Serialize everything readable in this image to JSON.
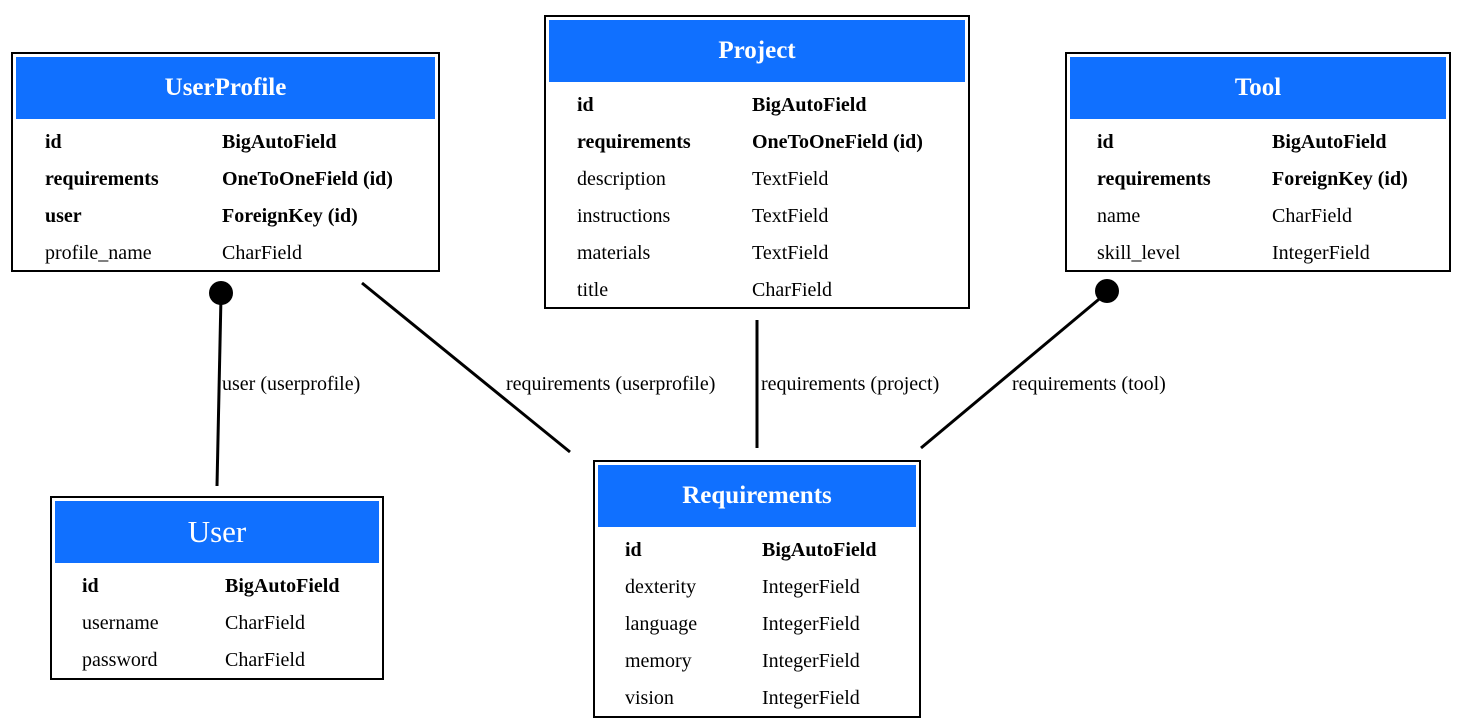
{
  "colors": {
    "header_bg": "#1070ff",
    "header_text": "#ffffff",
    "border": "#000000"
  },
  "entities": {
    "userprofile": {
      "title": "UserProfile",
      "fields": [
        {
          "name": "id",
          "type": "BigAutoField",
          "key": true
        },
        {
          "name": "requirements",
          "type": "OneToOneField (id)",
          "key": true
        },
        {
          "name": "user",
          "type": "ForeignKey (id)",
          "key": true
        },
        {
          "name": "profile_name",
          "type": "CharField",
          "key": false
        }
      ]
    },
    "project": {
      "title": "Project",
      "fields": [
        {
          "name": "id",
          "type": "BigAutoField",
          "key": true
        },
        {
          "name": "requirements",
          "type": "OneToOneField (id)",
          "key": true
        },
        {
          "name": "description",
          "type": "TextField",
          "key": false
        },
        {
          "name": "instructions",
          "type": "TextField",
          "key": false
        },
        {
          "name": "materials",
          "type": "TextField",
          "key": false
        },
        {
          "name": "title",
          "type": "CharField",
          "key": false
        }
      ]
    },
    "tool": {
      "title": "Tool",
      "fields": [
        {
          "name": "id",
          "type": "BigAutoField",
          "key": true
        },
        {
          "name": "requirements",
          "type": "ForeignKey (id)",
          "key": true
        },
        {
          "name": "name",
          "type": "CharField",
          "key": false
        },
        {
          "name": "skill_level",
          "type": "IntegerField",
          "key": false
        }
      ]
    },
    "user": {
      "title": "User",
      "fields": [
        {
          "name": "id",
          "type": "BigAutoField",
          "key": true
        },
        {
          "name": "username",
          "type": "CharField",
          "key": false
        },
        {
          "name": "password",
          "type": "CharField",
          "key": false
        }
      ]
    },
    "requirements": {
      "title": "Requirements",
      "fields": [
        {
          "name": "id",
          "type": "BigAutoField",
          "key": true
        },
        {
          "name": "dexterity",
          "type": "IntegerField",
          "key": false
        },
        {
          "name": "language",
          "type": "IntegerField",
          "key": false
        },
        {
          "name": "memory",
          "type": "IntegerField",
          "key": false
        },
        {
          "name": "vision",
          "type": "IntegerField",
          "key": false
        }
      ]
    }
  },
  "relations": [
    {
      "label": "user (userprofile)",
      "from": "user",
      "to": "userprofile",
      "end_marker": "dot"
    },
    {
      "label": "requirements (userprofile)",
      "from": "requirements",
      "to": "userprofile",
      "end_marker": "none"
    },
    {
      "label": "requirements (project)",
      "from": "requirements",
      "to": "project",
      "end_marker": "none"
    },
    {
      "label": "requirements (tool)",
      "from": "requirements",
      "to": "tool",
      "end_marker": "dot"
    }
  ]
}
